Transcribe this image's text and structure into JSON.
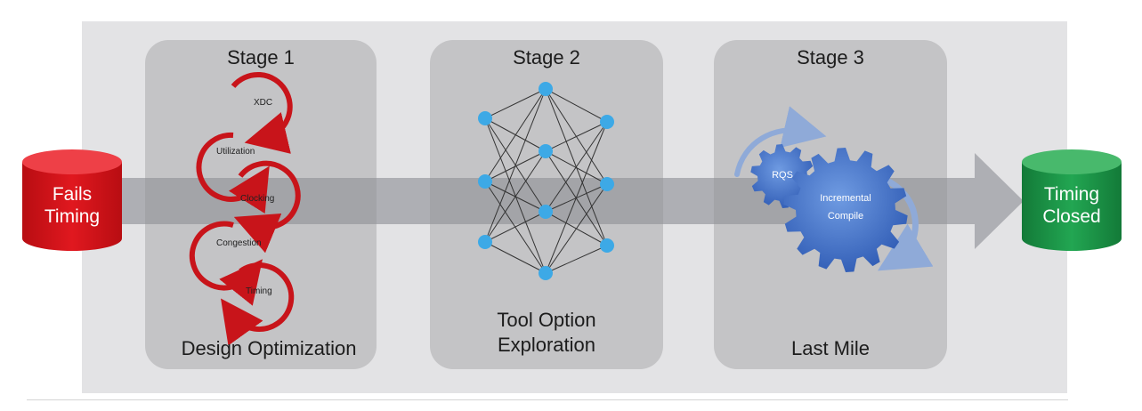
{
  "stages": [
    {
      "title": "Stage 1",
      "caption": "Design Optimization"
    },
    {
      "title": "Stage 2",
      "caption_lines": [
        "Tool Option",
        "Exploration"
      ]
    },
    {
      "title": "Stage 3",
      "caption": "Last Mile"
    }
  ],
  "start": {
    "lines": [
      "Fails",
      "Timing"
    ],
    "color": "#d8141b"
  },
  "end": {
    "lines": [
      "Timing",
      "Closed"
    ],
    "color": "#1b9848"
  },
  "stage1_loops": [
    "XDC",
    "Utilization",
    "Clocking",
    "Congestion",
    "Timing"
  ],
  "stage3_gears": {
    "small": "RQS",
    "large_lines": [
      "Incremental",
      "Compile"
    ]
  },
  "colors": {
    "panel": "#c4c4c6",
    "arrow": "#9fa0a4",
    "loop": "#c8141a",
    "node": "#3da9e6",
    "gear": "#3f72c9"
  }
}
